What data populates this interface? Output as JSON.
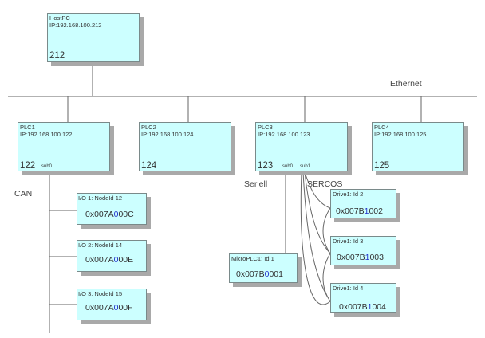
{
  "network": {
    "ethernet_label": "Ethernet",
    "can_label": "CAN",
    "serial_label": "Seriell",
    "sercos_label": "SERCOS"
  },
  "host": {
    "name": "HostPC",
    "ip": "IP:192.168.100.212",
    "id": "212"
  },
  "plcs": [
    {
      "name": "PLC1",
      "ip": "IP:192.168.100.122",
      "id": "122",
      "subs": [
        "sub0"
      ]
    },
    {
      "name": "PLC2",
      "ip": "IP:192.168.100.124",
      "id": "124",
      "subs": []
    },
    {
      "name": "PLC3",
      "ip": "IP:192.168.100.123",
      "id": "123",
      "subs": [
        "sub0",
        "sub1"
      ]
    },
    {
      "name": "PLC4",
      "ip": "IP:192.168.100.125",
      "id": "125",
      "subs": []
    }
  ],
  "io_nodes": [
    {
      "label": "I/O 1: NodeId 12",
      "addr_pre": "0x007A",
      "addr_mid": "0",
      "addr_post": "00C"
    },
    {
      "label": "I/O 2: NodeId 14",
      "addr_pre": "0x007A",
      "addr_mid": "0",
      "addr_post": "00E"
    },
    {
      "label": "I/O 3: NodeId 15",
      "addr_pre": "0x007A",
      "addr_mid": "0",
      "addr_post": "00F"
    }
  ],
  "micro": {
    "label": "MicroPLC1: Id 1",
    "addr_pre": "0x007B",
    "addr_mid": "0",
    "addr_post": "001"
  },
  "drives": [
    {
      "label": "Drive1: Id 2",
      "addr_pre": "0x007B",
      "addr_mid": "1",
      "addr_post": "002"
    },
    {
      "label": "Drive1: Id 3",
      "addr_pre": "0x007B",
      "addr_mid": "1",
      "addr_post": "003"
    },
    {
      "label": "Drive1: Id 4",
      "addr_pre": "0x007B",
      "addr_mid": "1",
      "addr_post": "004"
    }
  ]
}
